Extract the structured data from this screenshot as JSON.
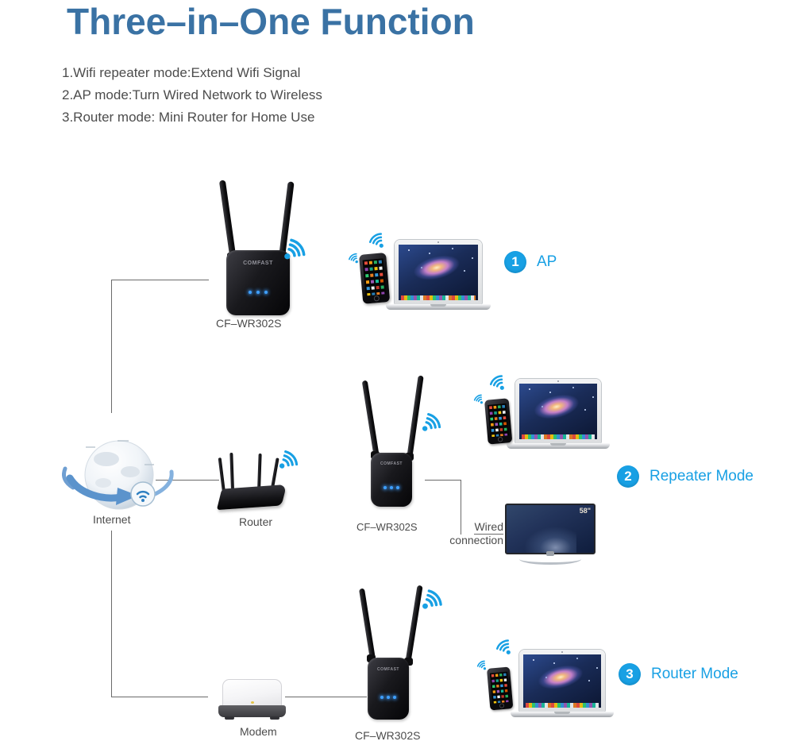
{
  "header": {
    "title": "Three–in–One Function",
    "features": [
      "1.Wifi repeater mode:Extend Wifi Signal",
      "2.AP mode:Turn Wired Network to Wireless",
      "3.Router mode: Mini Router for Home Use"
    ]
  },
  "devices": {
    "repeater_model": "CF–WR302S",
    "repeater_brand": "COMFAST",
    "internet_label": "Internet",
    "router_label": "Router",
    "modem_label": "Modem",
    "tv_size": "58\""
  },
  "connections": {
    "wired_line1": "Wired",
    "wired_line2": "connection"
  },
  "modes": [
    {
      "number": "1",
      "label": "AP"
    },
    {
      "number": "2",
      "label": "Repeater Mode"
    },
    {
      "number": "3",
      "label": "Router Mode"
    }
  ],
  "colors": {
    "title_blue": "#3a72a4",
    "accent_blue": "#18a0e4",
    "line_gray": "#6b6b6b",
    "text_gray": "#4c4c4c"
  }
}
